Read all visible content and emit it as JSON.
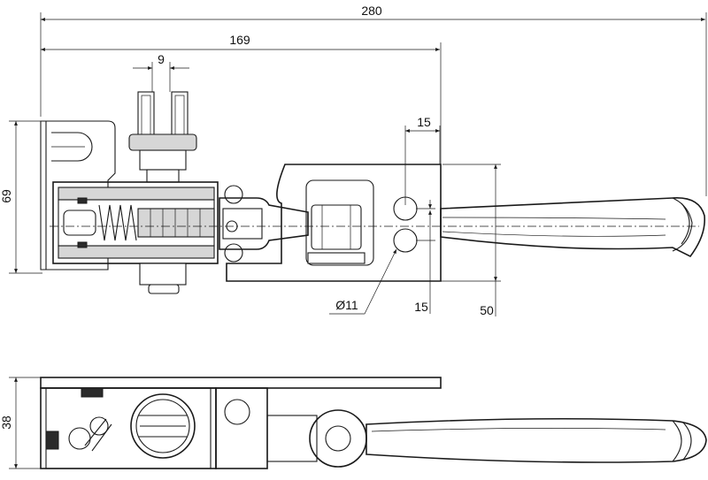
{
  "dimensions": {
    "overall_length": "280",
    "body_length": "169",
    "slot_width": "9",
    "hole_spacing_horizontal": "15",
    "hole_spacing_vertical": "15",
    "height_top_view": "69",
    "handle_offset": "50",
    "hole_diameter": "Ø11",
    "height_side_view": "38"
  }
}
